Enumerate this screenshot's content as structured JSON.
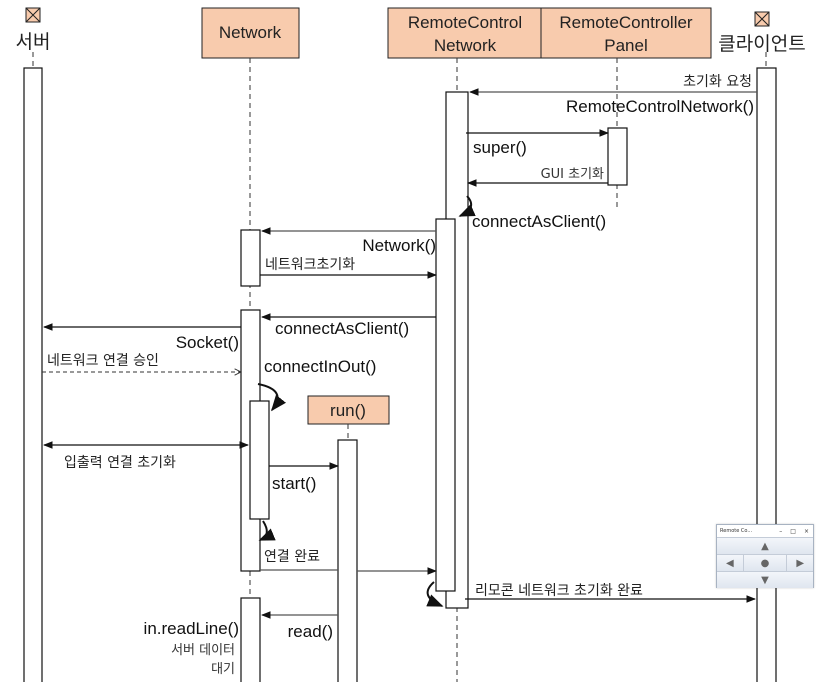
{
  "actors": {
    "server": {
      "label": "서버"
    },
    "client": {
      "label": "클라이언트"
    }
  },
  "participants": {
    "network": {
      "label": "Network"
    },
    "rcn": {
      "line1": "RemoteControl",
      "line2": "Network"
    },
    "panel": {
      "line1": "RemoteController",
      "line2": "Panel"
    },
    "run": {
      "label": "run()"
    }
  },
  "messages": {
    "init_request": "초기화 요청",
    "rcn_ctor": "RemoteControlNetwork()",
    "super": "super()",
    "gui_init": "GUI 초기화",
    "connect_as_client_1": "connectAsClient()",
    "network_ctor": "Network()",
    "network_init": "네트워크초기화",
    "connect_as_client_2": "connectAsClient()",
    "socket": "Socket()",
    "network_accept": "네트워크 연결 승인",
    "connect_in_out": "connectInOut()",
    "io_init": "입출력 연결 초기화",
    "start": "start()",
    "connect_done": "연결 완료",
    "remote_init_done": "리모콘 네트워크 초기화 완료",
    "read_line": "in.readLine()",
    "wait_1": "서버 데이터",
    "wait_2": "대기",
    "read": "read()"
  },
  "mini_window": {
    "title": "Remote Co...",
    "minimize": "–",
    "maximize": "□",
    "close": "×",
    "up": "▲",
    "left": "◀",
    "center": "●",
    "right": "▶",
    "down": "▼"
  },
  "colors": {
    "participant_fill": "#f8cbad"
  }
}
